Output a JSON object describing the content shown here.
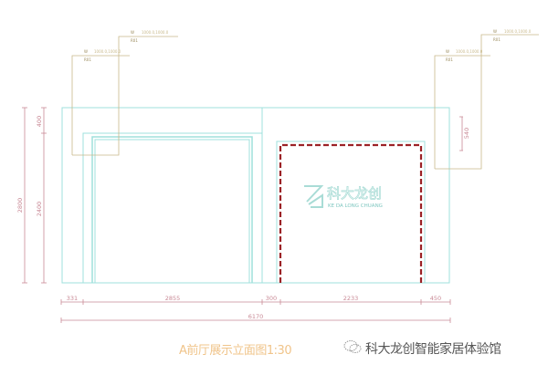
{
  "drawing": {
    "title": "A前厅展示立面图1:30",
    "logo_cn": "科大龙创",
    "logo_en": "KE DA LONG CHUANG",
    "leaders": [
      {
        "code": "W",
        "ref": "R01",
        "spec": "1000.0,1000.0"
      },
      {
        "code": "W",
        "ref": "R01",
        "spec": "1000.0,1000.0"
      },
      {
        "code": "W",
        "ref": "R01",
        "spec": "1000.0,1000.0"
      },
      {
        "code": "W",
        "ref": "R01",
        "spec": "1000.0,1000.0"
      }
    ],
    "dims_vertical": {
      "total": "2800",
      "top": "400",
      "bottom": "2400",
      "right": "540"
    },
    "dims_horizontal": [
      "331",
      "2855",
      "300",
      "2233",
      "450"
    ],
    "dim_total": "6170"
  },
  "colors": {
    "outline": "#9fe0dc",
    "dimension": "#c98a96",
    "leader": "#c9b98a",
    "dashed": "#9b2226",
    "title": "#f0c48a"
  },
  "watermark": {
    "text": "科大龙创智能家居体验馆",
    "icon": "wechat-icon"
  }
}
